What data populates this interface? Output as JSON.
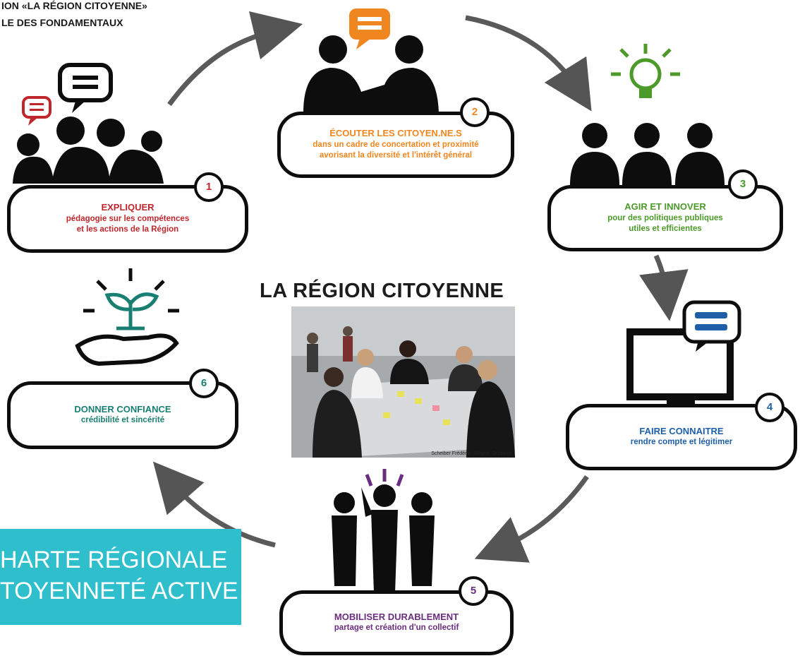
{
  "header": {
    "line1": "ION «LA RÉGION CITOYENNE»",
    "line2": "LE DES FONDAMENTAUX"
  },
  "center": {
    "title": "LA RÉGION CITOYENNE",
    "photo_credit": "Scheiber Frédéric - Région Occitanie"
  },
  "steps": [
    {
      "number": "1",
      "title": "EXPLIQUER",
      "lines": [
        "pédagogie sur les compétences",
        "et les actions de la Région"
      ],
      "color": "#c0272d",
      "icon": "crowd-with-speech-bubbles-icon"
    },
    {
      "number": "2",
      "title": "ÉCOUTER LES CITOYEN.NE.S",
      "lines": [
        "dans un cadre de concertation et proximité",
        "avorisant la diversité et l'intérêt général"
      ],
      "color": "#f0861f",
      "icon": "handshake-icon"
    },
    {
      "number": "3",
      "title": "AGIR ET INNOVER",
      "lines": [
        "pour des politiques publiques",
        "utiles et efficientes"
      ],
      "color": "#4c9a2a",
      "icon": "lightbulb-group-icon"
    },
    {
      "number": "4",
      "title": "FAIRE CONNAITRE",
      "lines": [
        "rendre compte et légitimer"
      ],
      "color": "#1f5fa8",
      "icon": "monitor-speech-icon"
    },
    {
      "number": "5",
      "title": "MOBILISER DURABLEMENT",
      "lines": [
        "partage et création d'un collectif"
      ],
      "color": "#6b2d7f",
      "icon": "raised-hand-group-icon"
    },
    {
      "number": "6",
      "title": "DONNER CONFIANCE",
      "lines": [
        "crédibilité et sincérité"
      ],
      "color": "#1a7f73",
      "icon": "hand-sprout-icon"
    }
  ],
  "banner": {
    "line1": "HARTE RÉGIONALE",
    "line2": "TOYENNETÉ ACTIVE",
    "color": "#2fbfcc"
  }
}
